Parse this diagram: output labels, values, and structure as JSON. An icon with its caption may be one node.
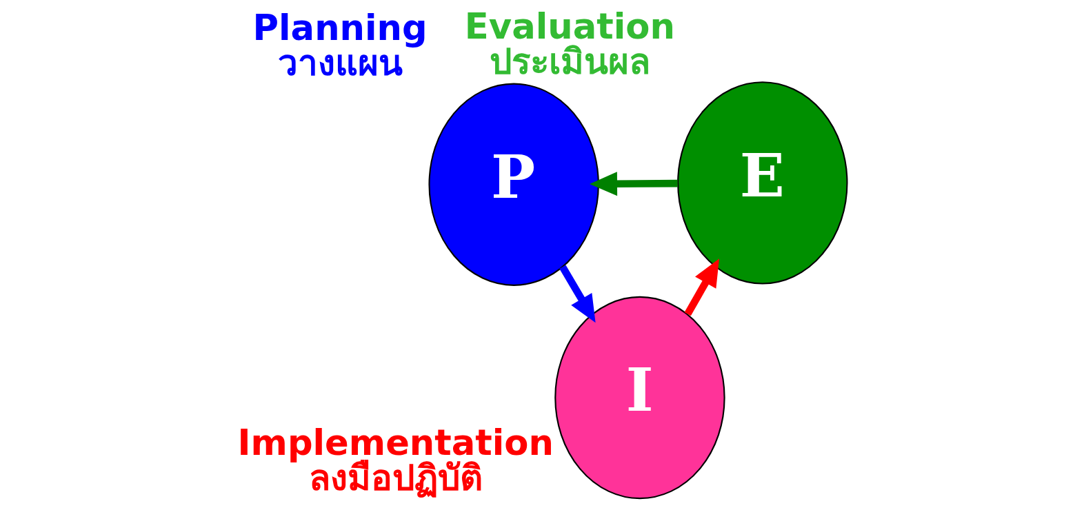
{
  "diagram": {
    "nodes": [
      {
        "text": [
          "P"
        ],
        "beside": [
          "Planning",
          "วางแผน"
        ]
      },
      {
        "text": [
          "E"
        ],
        "beside": [
          "Evaluation",
          "ประเมินผล"
        ]
      },
      {
        "text": [
          "I"
        ],
        "beside": [
          "Implementation",
          "ลงมือปฏิบัติ"
        ]
      }
    ],
    "edges": [
      {
        "from": 0,
        "to": 2,
        "arrow": "to",
        "color": "#0000ff"
      },
      {
        "from": 2,
        "to": 1,
        "arrow": "to",
        "color": "#ff0000"
      },
      {
        "from": 1,
        "to": 0,
        "arrow": "to",
        "color": "#008000"
      }
    ]
  }
}
